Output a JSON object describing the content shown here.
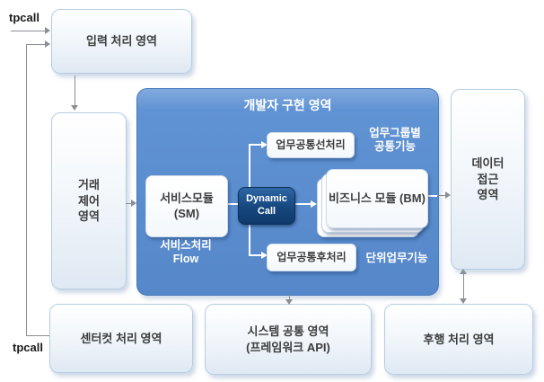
{
  "diagram": {
    "tpcall_top": "tpcall",
    "tpcall_bottom": "tpcall",
    "outer_boxes": {
      "input_area": "입력 처리 영역",
      "control_area": {
        "l1": "거래",
        "l2": "제어",
        "l3": "영역"
      },
      "data_area": {
        "l1": "데이터",
        "l2": "접근",
        "l3": "영역"
      },
      "centercut_area": "센터컷 처리 영역",
      "system_area": {
        "l1": "시스템 공통 영역",
        "l2": "(프레임워크 API)"
      },
      "post_area": "후행 처리 영역"
    },
    "panel": {
      "title": "개발자 구현 영역",
      "service_module": {
        "l1": "서비스모듈",
        "l2": "(SM)"
      },
      "dynamic_call": {
        "l1": "Dynamic",
        "l2": "Call"
      },
      "business_module": {
        "l1": "비즈니스 모듈",
        "l2": "(BM)"
      },
      "pre_process": "업무공통선처리",
      "post_process": "업무공통후처리",
      "group_common_label": {
        "l1": "업무그룹별",
        "l2": "공통기능"
      },
      "unit_label": "단위업무기능",
      "flow_label": {
        "l1": "서비스처리",
        "l2": "Flow"
      }
    },
    "colors": {
      "panel_blue": "#5587c9",
      "panel_border": "#4a7cbe",
      "dynamic_navy": "#16477e",
      "lightbox_border": "#b7cde3",
      "lightbox_fill": "#dfe9f3",
      "text_dark": "#3c3c3c",
      "connector_gray": "#8a8f96",
      "connector_white": "#ffffff"
    }
  }
}
